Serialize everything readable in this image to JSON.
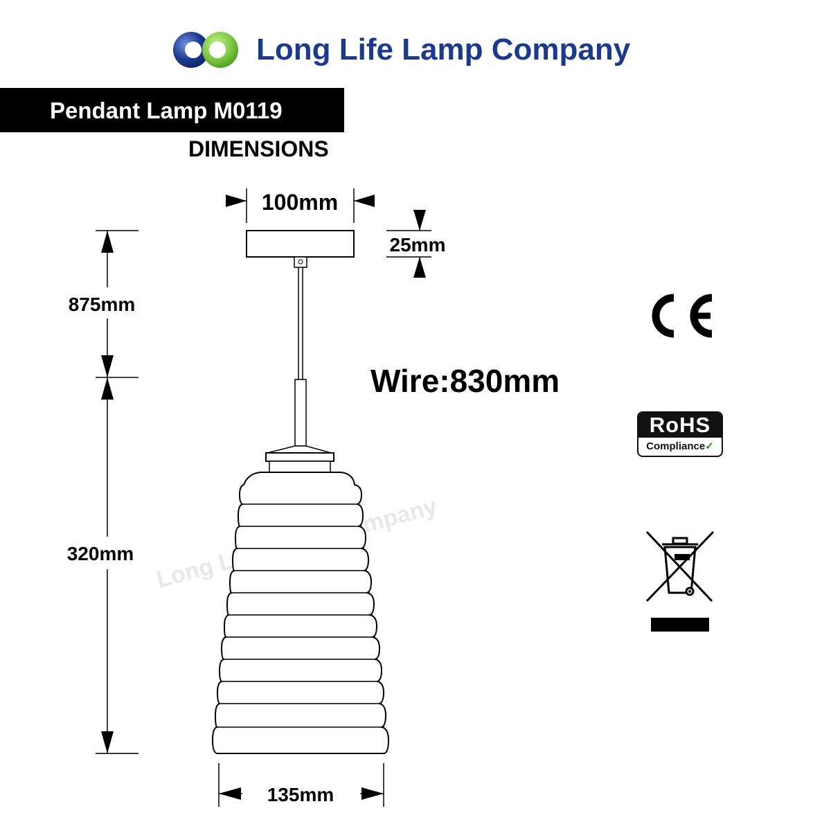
{
  "header": {
    "company_name": "Long Life Lamp Company",
    "logo_icon": "company-logo-circles",
    "brand_color": "#1b3a8f",
    "logo_colors": [
      "#1b3a8f",
      "#7ac943"
    ]
  },
  "product": {
    "title": "Pendant Lamp M0119",
    "section": "DIMENSIONS"
  },
  "dimensions": {
    "canopy_width": "100mm",
    "canopy_height": "25mm",
    "suspension_length": "875mm",
    "shade_height": "320mm",
    "shade_width": "135mm",
    "wire": "Wire:830mm"
  },
  "watermark": "Long Life Lamp Company",
  "certifications": {
    "ce_icon": "ce-mark-icon",
    "rohs_title": "RoHS",
    "rohs_subtitle": "Compliance",
    "weee_icon": "weee-crossed-bin-icon"
  }
}
